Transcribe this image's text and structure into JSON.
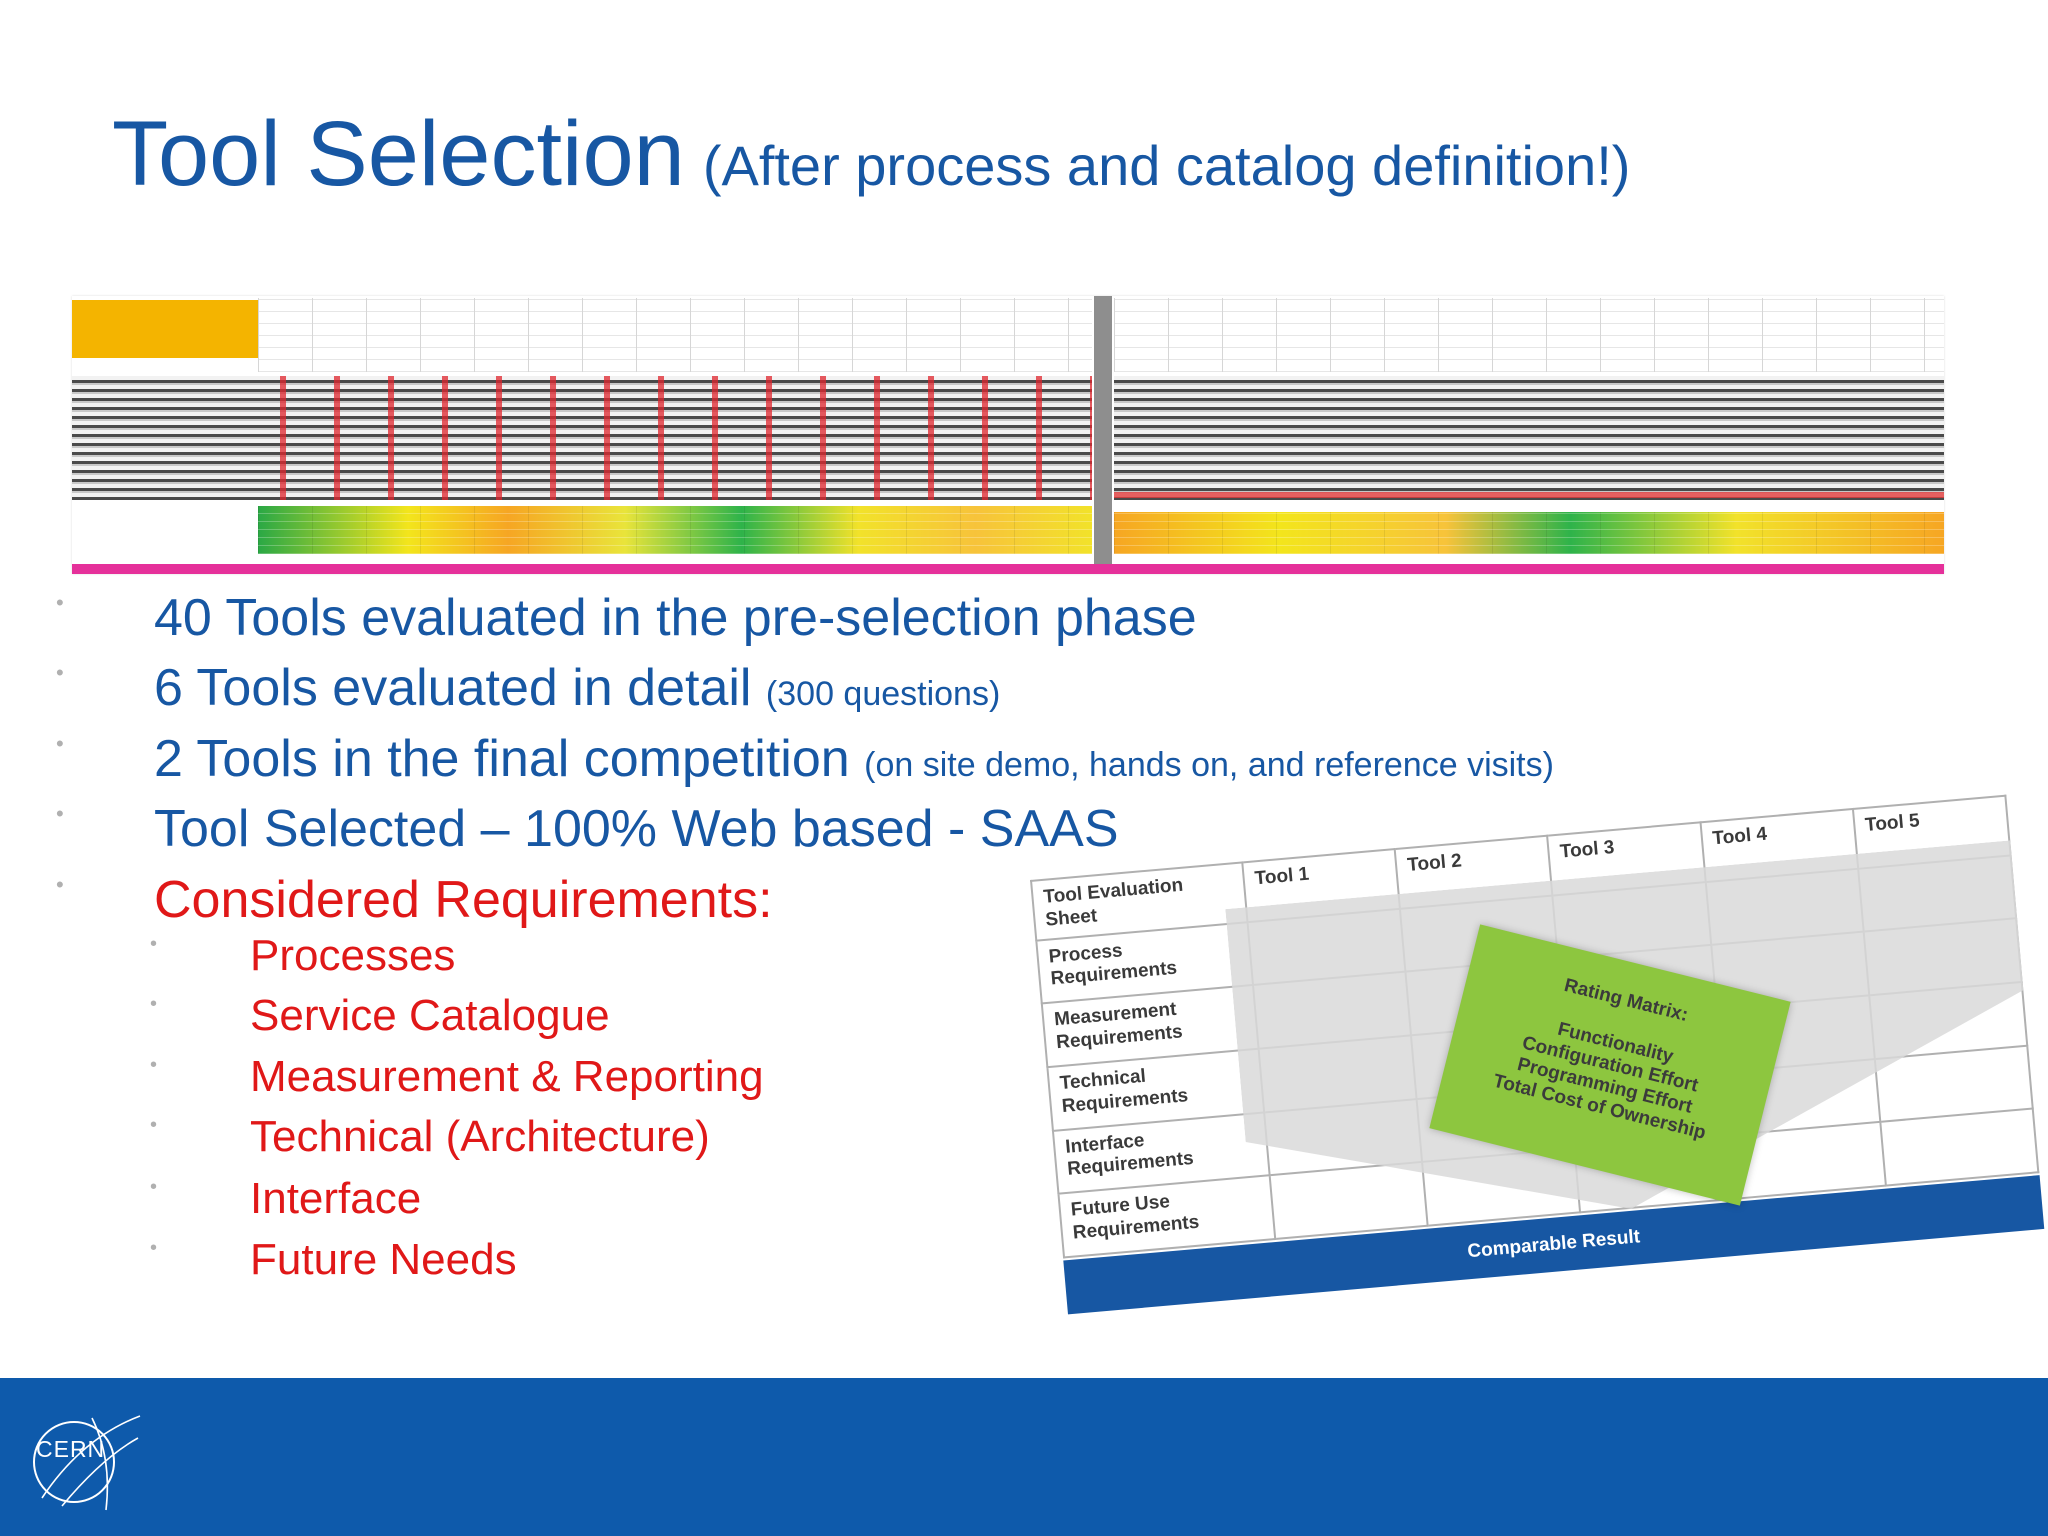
{
  "slide": {
    "title": "Tool Selection",
    "subtitle": "(After process and catalog definition!)"
  },
  "bullets": [
    {
      "text": "40 Tools evaluated in the pre-selection phase",
      "note": ""
    },
    {
      "text": "6 Tools evaluated in detail",
      "note": "(300 questions)"
    },
    {
      "text": "2 Tools in the final competition",
      "note": "(on site demo, hands on, and reference visits)"
    },
    {
      "text": "Tool Selected – 100% Web based - SAAS",
      "note": ""
    },
    {
      "text": "Considered Requirements:",
      "note": ""
    }
  ],
  "requirements": [
    "Processes",
    "Service Catalogue",
    "Measurement & Reporting",
    "Technical (Architecture)",
    "Interface",
    "Future Needs"
  ],
  "evaluation_sheet": {
    "title": "Tool Evaluation Sheet",
    "tools": [
      "Tool 1",
      "Tool 2",
      "Tool 3",
      "Tool 4",
      "Tool 5"
    ],
    "rows": [
      "Process Requirements",
      "Measurement Requirements",
      "Technical Requirements",
      "Interface Requirements",
      "Future Use Requirements"
    ],
    "result_label": "Comparable Result"
  },
  "rating_matrix": {
    "title": "Rating Matrix:",
    "items": [
      "Functionality",
      "Configuration Effort",
      "Programming Effort",
      "Total Cost of Ownership"
    ]
  },
  "footer": {
    "logo_text": "CERN",
    "color": "#0e5aab"
  }
}
